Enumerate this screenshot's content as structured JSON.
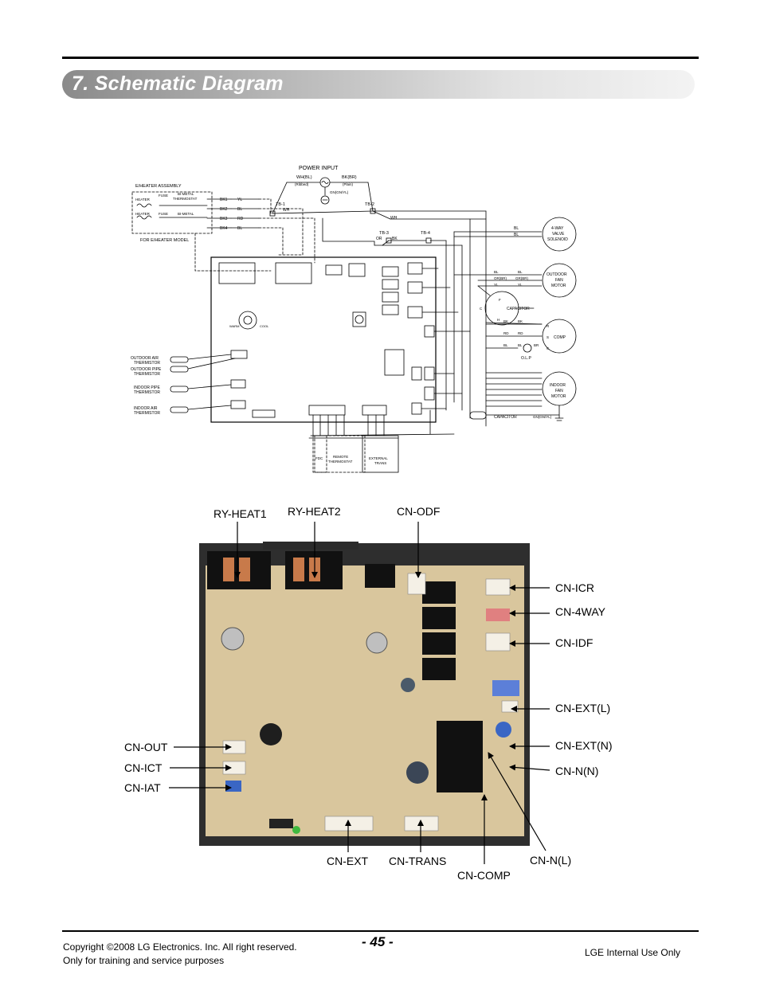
{
  "header": {
    "title": "7. Schematic Diagram"
  },
  "schematic": {
    "power_input": "POWER INPUT",
    "wh_bl": "WH(BL)",
    "ribbed": "(Ribbed)",
    "bk_br": "BK(BR)",
    "plain": "(Plain)",
    "gn_gn_yl": "GN(GN/YL)",
    "tb1": "TB-1",
    "tb2": "TB-2",
    "tb3": "TB-3",
    "tb4": "TB-4",
    "eheater_assembly": "E/HEATER ASSEMBLY",
    "heater": "HEATER",
    "fuse": "FUSE",
    "bimetal": "BI-METAL",
    "thermostat": "THERMOSTAT",
    "heater2": "HEATER",
    "fuse2": "FUSE",
    "bimetal2": "BI-METAL",
    "for_eheater": "FOR E/HEATER MODEL",
    "bk1": "BK1",
    "bk2": "BK2",
    "bk3": "BK3",
    "bk4": "BK4",
    "yl": "YL",
    "bl": "BL",
    "rd": "RD",
    "wh": "WH",
    "bk": "BK",
    "or": "OR",
    "valve_l1": "4-WAY",
    "valve_l2": "VALVE",
    "valve_l3": "SOLENOID",
    "ofan_l1": "OUTDOOR",
    "ofan_l2": "FAN",
    "ofan_l3": "MOTOR",
    "capacitor": "CAPACITOR",
    "comp": "COMP",
    "olp": "O.L.P",
    "ifan_l1": "INDOOR",
    "ifan_l2": "FAN",
    "ifan_l3": "MOTOR",
    "capacitor2": "CAPACITOR",
    "gn_gnyl2": "GN(GN/YL)",
    "oat_l1": "OUTDOOR AIR",
    "oat_l2": "THERMISTOR",
    "opt_l1": "OUTDOOR PIPE",
    "opt_l2": "THERMISTOR",
    "ipt_l1": "INDOOR PIPE",
    "ipt_l2": "THERMISTOR",
    "iat_l1": "INDOOR AIR",
    "iat_l2": "THERMISTOR",
    "warm": "WARM",
    "cool": "COOL",
    "fdc": "FDC",
    "remote_l1": "REMOTE",
    "remote_l2": "THERMOSTAT",
    "ext_l1": "EXTERNAL",
    "ext_l2": "TRANS",
    "gr_br": "GR(BR)",
    "or_gr": "OR(BR)",
    "br": "BR",
    "rd2": "RD",
    "c": "C",
    "f": "F",
    "h": "H",
    "r": "R",
    "s": "S"
  },
  "board_labels": {
    "ry_heat1": "RY-HEAT1",
    "ry_heat2": "RY-HEAT2",
    "cn_odf": "CN-ODF",
    "cn_icr": "CN-ICR",
    "cn_4way": "CN-4WAY",
    "cn_idf": "CN-IDF",
    "cn_ext_l": "CN-EXT(L)",
    "cn_ext_n": "CN-EXT(N)",
    "cn_n_n": "CN-N(N)",
    "cn_out": "CN-OUT",
    "cn_ict": "CN-ICT",
    "cn_iat": "CN-IAT",
    "cn_ext": "CN-EXT",
    "cn_trans": "CN-TRANS",
    "cn_comp": "CN-COMP",
    "cn_n_l": "CN-N(L)"
  },
  "footer": {
    "copyright_line1": "Copyright ©2008 LG Electronics. Inc. All right reserved.",
    "copyright_line2": "Only for training and service purposes",
    "page_number": "- 45 -",
    "internal": "LGE Internal Use Only"
  }
}
